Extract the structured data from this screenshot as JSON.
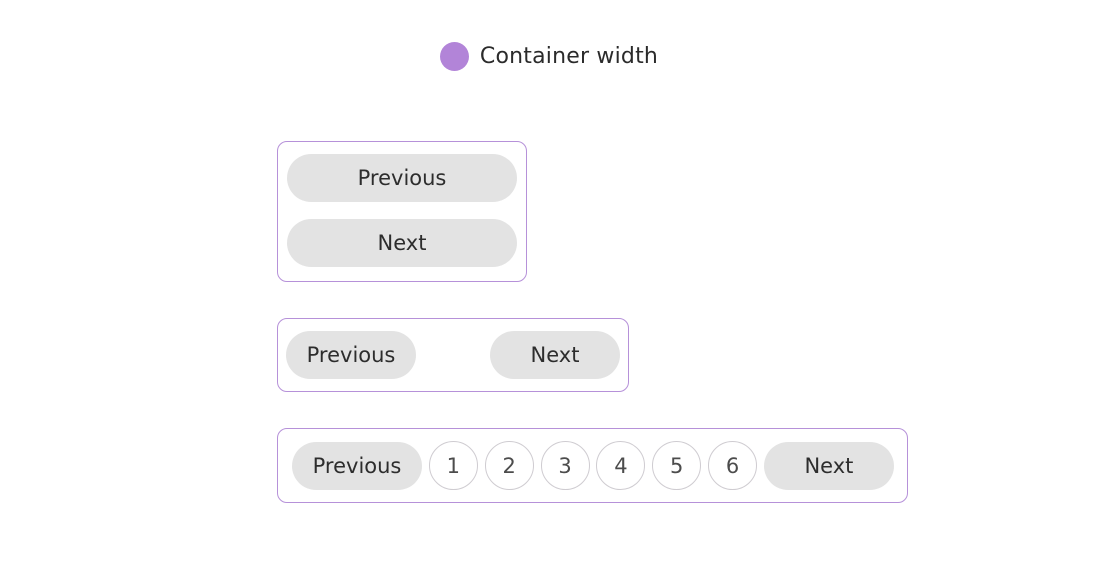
{
  "legend": {
    "label": "Container width"
  },
  "paginations": {
    "small": {
      "previous_label": "Previous",
      "next_label": "Next"
    },
    "medium": {
      "previous_label": "Previous",
      "next_label": "Next"
    },
    "large": {
      "previous_label": "Previous",
      "next_label": "Next",
      "pages": [
        "1",
        "2",
        "3",
        "4",
        "5",
        "6"
      ]
    }
  },
  "colors": {
    "background": "#ffffff",
    "legend_dot": "#b284d8",
    "container_border": "#b691d9",
    "button_background": "#e3e3e3",
    "button_text": "#2d2d2d",
    "page_circle_border": "#cfccd1",
    "page_circle_text": "#4c4c4c",
    "legend_text": "#2b2b2b"
  }
}
